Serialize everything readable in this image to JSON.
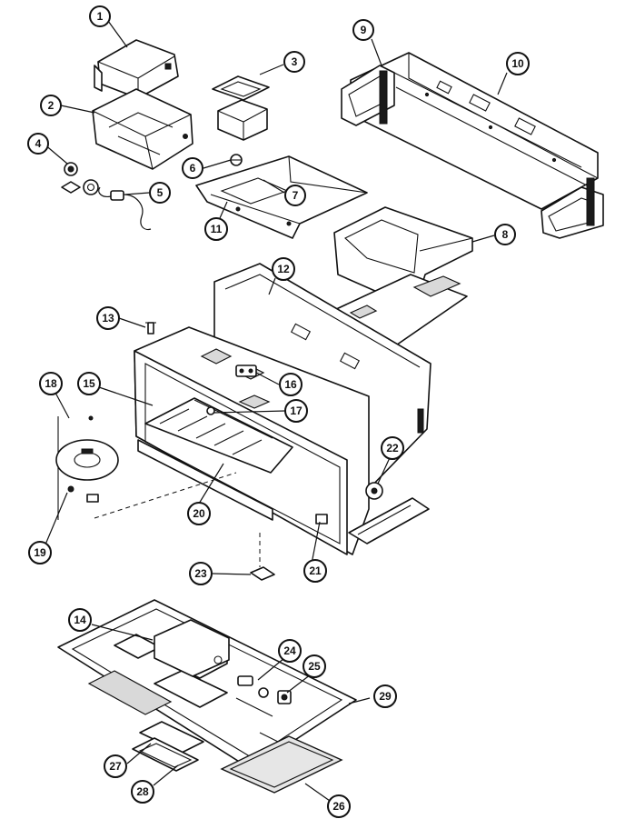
{
  "diagram": {
    "type": "exploded-parts-view",
    "callouts": [
      "1",
      "2",
      "3",
      "4",
      "5",
      "6",
      "7",
      "8",
      "9",
      "10",
      "11",
      "12",
      "13",
      "14",
      "15",
      "16",
      "17",
      "18",
      "19",
      "20",
      "21",
      "22",
      "23",
      "24",
      "25",
      "26",
      "27",
      "28",
      "29"
    ]
  }
}
